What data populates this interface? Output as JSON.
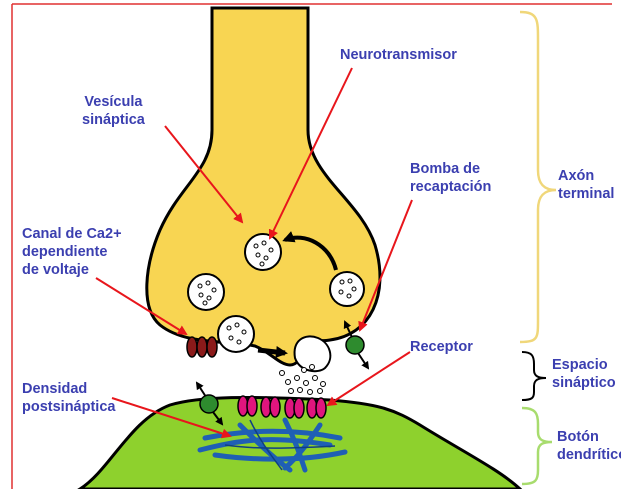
{
  "labels": {
    "neurotransmisor": "Neurotransmisor",
    "vesicula": "Vesícula\nsináptica",
    "bomba": "Bomba de\nrecaptación",
    "canal": "Canal de Ca2+\ndependiente\nde voltaje",
    "receptor": "Receptor",
    "densidad": "Densidad\npostsináptica"
  },
  "regions": {
    "axon": "Axón\nterminal",
    "espacio": "Espacio\nsináptico",
    "boton": "Botón\ndendrítico"
  },
  "colors": {
    "axon_fill": "#f8d552",
    "dendrite_fill": "#8ed12d",
    "text": "#3b3fb0",
    "arrow": "#e8161c",
    "axon_brace": "#f0d77a",
    "space_brace": "#000000",
    "dendrite_brace": "#a8dc6e",
    "channel": "#8b1a1a",
    "receptor": "#e0157e",
    "pump": "#2e8b2e",
    "density": "#1f5fb5",
    "border_red": "#e03030"
  }
}
